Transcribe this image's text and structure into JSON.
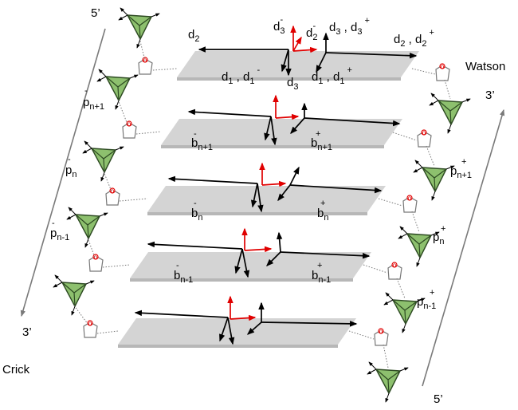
{
  "strands": {
    "crick": {
      "name": "Crick",
      "end_top": "5’",
      "end_bottom": "3’"
    },
    "watson": {
      "name": "Watson",
      "end_top": "3’",
      "end_bottom": "5’"
    }
  },
  "frame_labels": {
    "d1_d1m": {
      "a": "d",
      "a_sub": "1",
      "b": "d",
      "b_sub": "1",
      "b_sup": "-"
    },
    "d1_d1p": {
      "a": "d",
      "a_sub": "1",
      "b": "d",
      "b_sub": "1",
      "b_sup": "+"
    },
    "d2": {
      "base": "d",
      "sub": "2"
    },
    "d2_d2p": {
      "a": "d",
      "a_sub": "2",
      "b": "d",
      "b_sub": "2",
      "b_sup": "+"
    },
    "d2m": {
      "base": "d",
      "sub": "2",
      "sup": "-"
    },
    "d3m": {
      "base": "d",
      "sub": "3",
      "sup": "-"
    },
    "d3_d3p": {
      "a": "d",
      "a_sub": "3",
      "b": "d",
      "b_sub": "3",
      "b_sup": "+"
    },
    "d3": {
      "base": "d",
      "sub": "3"
    }
  },
  "base_labels": [
    {
      "id": "bm_n+1",
      "base": "b",
      "sup": "-",
      "sub": "n+1"
    },
    {
      "id": "bp_n+1",
      "base": "b",
      "sup": "+",
      "sub": "n+1"
    },
    {
      "id": "bm_n",
      "base": "b",
      "sup": "-",
      "sub": "n"
    },
    {
      "id": "bp_n",
      "base": "b",
      "sup": "+",
      "sub": "n"
    },
    {
      "id": "bm_n-1",
      "base": "b",
      "sup": "-",
      "sub": "n-1"
    },
    {
      "id": "bp_n-1",
      "base": "b",
      "sup": "+",
      "sub": "n-1"
    }
  ],
  "phosphate_labels": [
    {
      "id": "pm_n+1",
      "base": "p",
      "sup": "-",
      "sub": "n+1"
    },
    {
      "id": "pm_n",
      "base": "p",
      "sup": "-",
      "sub": "n"
    },
    {
      "id": "pm_n-1",
      "base": "p",
      "sup": "-",
      "sub": "n-1"
    },
    {
      "id": "pp_n+1",
      "base": "p",
      "sup": "+",
      "sub": "n+1"
    },
    {
      "id": "pp_n",
      "base": "p",
      "sup": "+",
      "sub": "n"
    },
    {
      "id": "pp_n-1",
      "base": "p",
      "sup": "+",
      "sub": "n-1"
    }
  ],
  "colors": {
    "plate": "#d4d4d4",
    "phosphate_fill": "#8dc06e",
    "phosphate_stroke": "#2d4a22",
    "sugar_oxygen": "#e00000",
    "axis_black": "#000000",
    "axis_red": "#e00000",
    "strand_arrow": "#7a7a7a"
  },
  "icons": {
    "phosphate": "tetrahedron-icon",
    "sugar": "furanose-ring-icon"
  }
}
